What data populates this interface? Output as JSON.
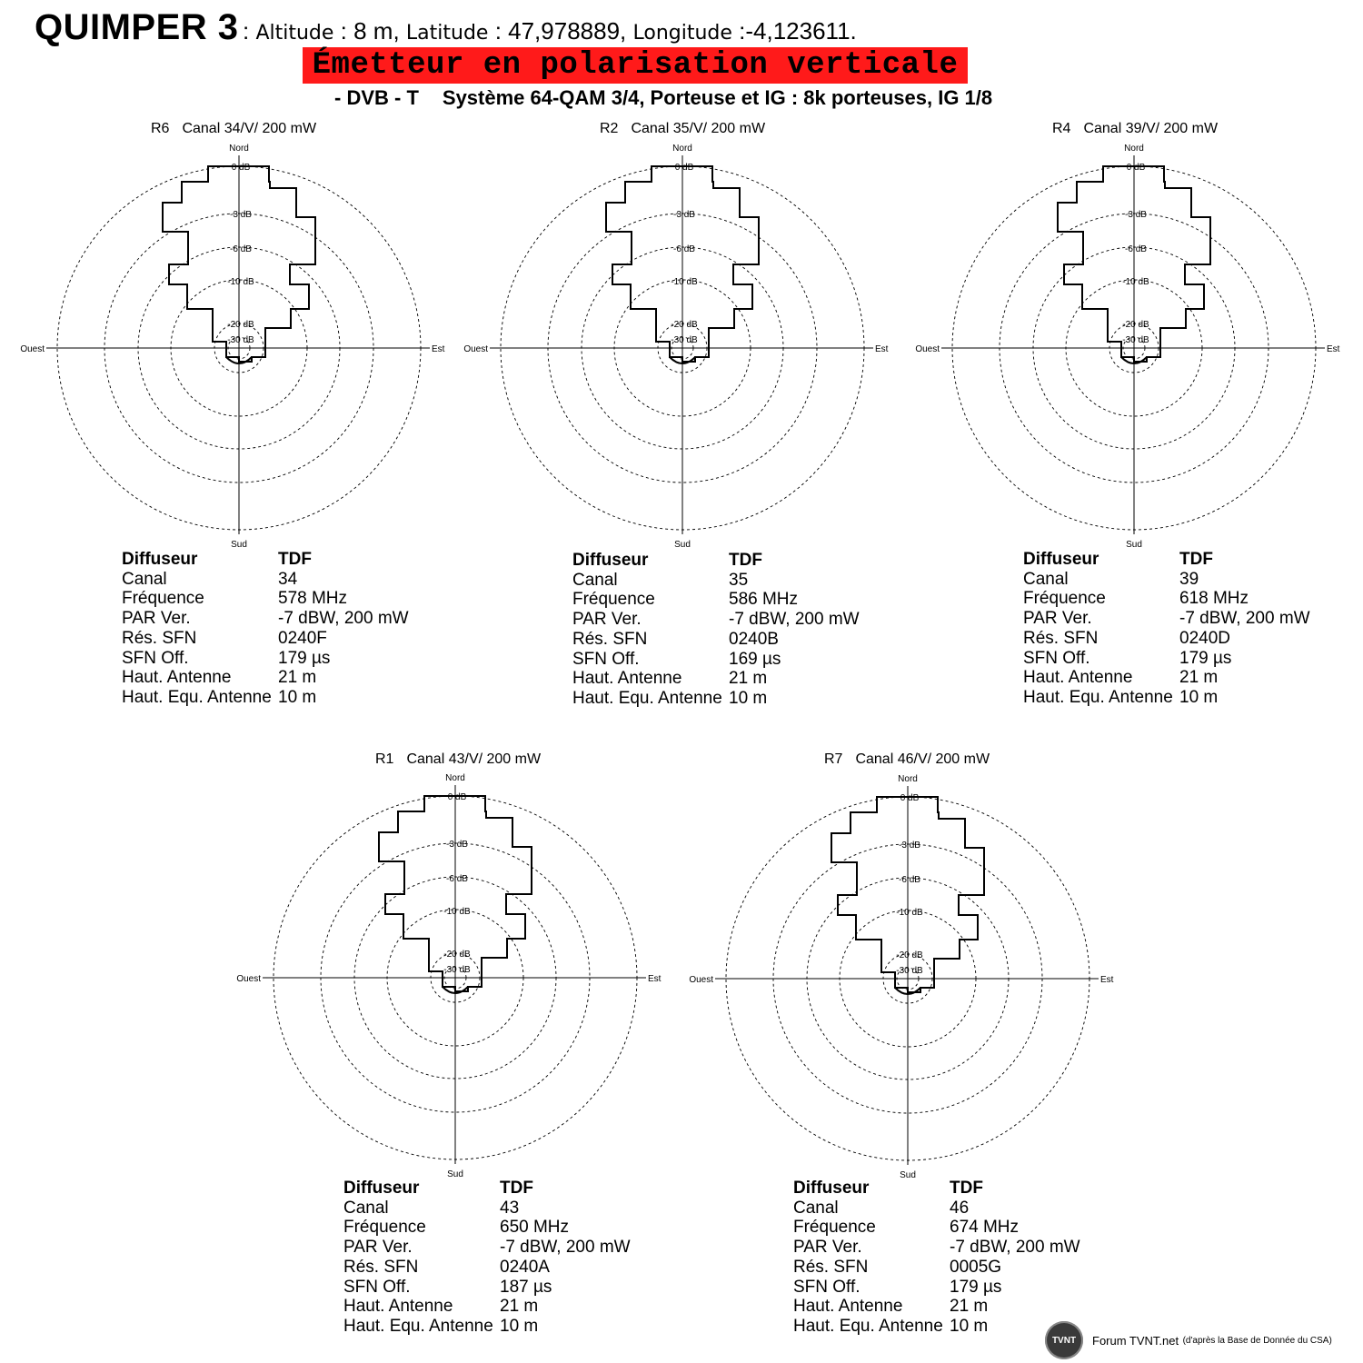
{
  "header": {
    "site": "QUIMPER 3",
    "altitude_label": "Altitude",
    "altitude_value": "8 m,",
    "latitude_label": "Latitude",
    "latitude_value": "47,978889",
    "longitude_label": "Longitude",
    "longitude_value": "-4,123611.",
    "banner": "Émetteur en polarisation verticale",
    "subtitle_a": "- DVB - T",
    "subtitle_b": "Système 64-QAM 3/4,  Porteuse et IG : 8k porteuses, IG 1/8"
  },
  "labels": {
    "north": "Nord",
    "south": "Sud",
    "east": "Est",
    "west": "Ouest",
    "rings": [
      "0 dB",
      "-3 dB",
      "-6 dB",
      "-10 dB",
      "-20 dB",
      "-30 dB"
    ],
    "param_keys": [
      "Diffuseur",
      "Canal",
      "Fréquence",
      "PAR Ver.",
      "Rés. SFN",
      "SFN Off.",
      "Haut. Antenne",
      "Haut. Equ. Antenne"
    ]
  },
  "transmitters": [
    {
      "id": "R6",
      "title": "Canal  34/V/ 200 mW",
      "values": [
        "TDF",
        "34",
        "578 MHz",
        "-7 dBW, 200 mW",
        "0240F",
        "179 µs",
        "21 m",
        "10 m"
      ]
    },
    {
      "id": "R2",
      "title": "Canal 35/V/ 200 mW",
      "values": [
        "TDF",
        "35",
        "586 MHz",
        "-7 dBW, 200 mW",
        "0240B",
        "169 µs",
        "21 m",
        "10 m"
      ]
    },
    {
      "id": "R4",
      "title": "Canal 39/V/ 200 mW",
      "values": [
        "TDF",
        "39",
        "618 MHz",
        "-7 dBW, 200 mW",
        "0240D",
        "179 µs",
        "21 m",
        "10 m"
      ]
    },
    {
      "id": "R1",
      "title": "Canal 43/V/ 200 mW",
      "values": [
        "TDF",
        "43",
        "650 MHz",
        "-7 dBW, 200 mW",
        "0240A",
        "187 µs",
        "21 m",
        "10 m"
      ]
    },
    {
      "id": "R7",
      "title": "Canal 46/V/ 200 mW",
      "values": [
        "TDF",
        "46",
        "674 MHz",
        "-7 dBW, 200 mW",
        "0005G",
        "179 µs",
        "21 m",
        "10 m"
      ]
    }
  ],
  "footer": {
    "logo": "TVNT",
    "forum": "Forum TVNT.net",
    "source": "(d'après la Base de Donnée du CSA)"
  }
}
